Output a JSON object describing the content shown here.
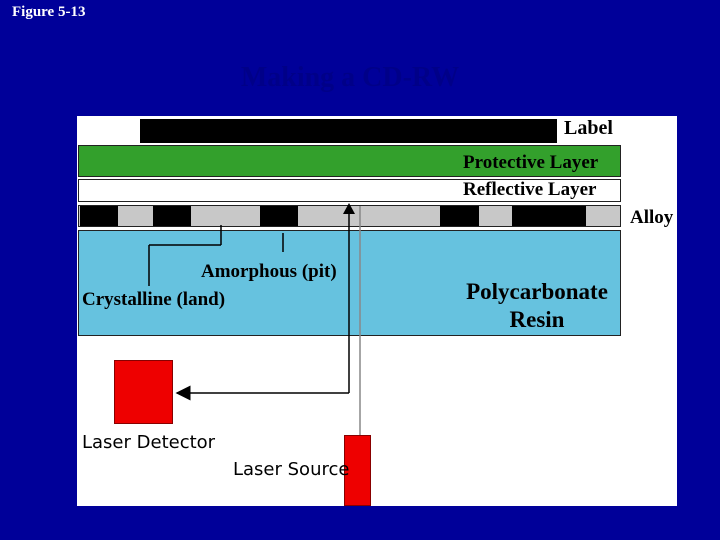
{
  "figure_label": "Figure 5-13",
  "title": "Making a CD-RW",
  "layers": {
    "label": "Label",
    "protective": "Protective Layer",
    "reflective": "Reflective Layer",
    "alloy": "Alloy",
    "resin_line1": "Polycarbonate",
    "resin_line2": "Resin"
  },
  "callouts": {
    "amorphous": "Amorphous (pit)",
    "crystalline": "Crystalline (land)"
  },
  "components": {
    "detector": "Laser Detector",
    "source": "Laser Source"
  },
  "colors": {
    "background": "#000099",
    "protective": "#33a02c",
    "resin": "#66c2df",
    "laser": "#ee0000"
  }
}
